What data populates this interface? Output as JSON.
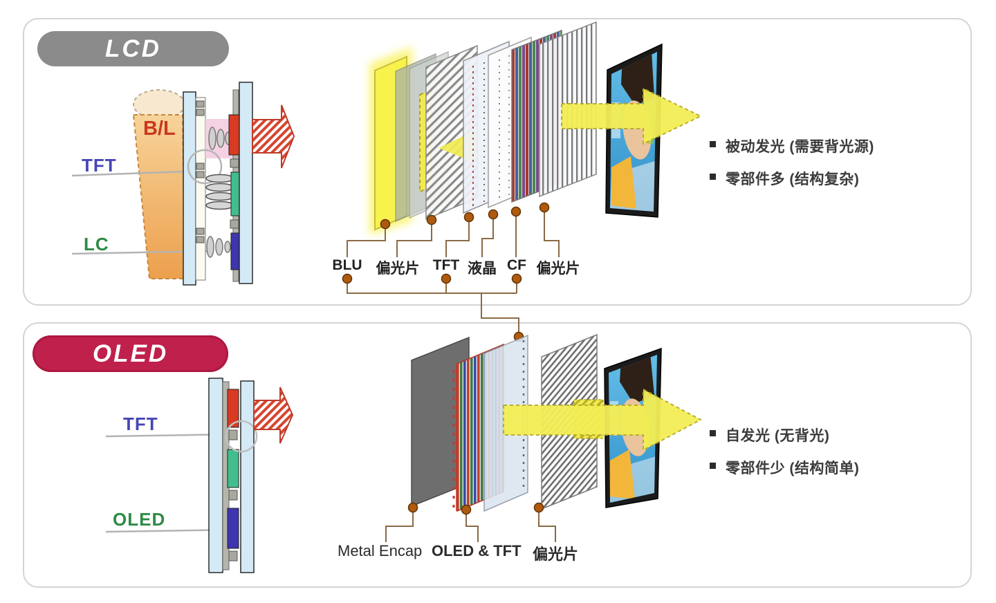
{
  "lcd": {
    "badge_label": "LCD",
    "bl_label": "B/L",
    "side_labels": [
      {
        "text": "TFT"
      },
      {
        "text": "LC"
      }
    ],
    "layer_labels": [
      "BLU",
      "偏光片",
      "TFT",
      "液晶",
      "CF",
      "偏光片"
    ],
    "bullets": [
      "被动发光 (需要背光源)",
      "零部件多 (结构复杂)"
    ]
  },
  "oled": {
    "badge_label": "OLED",
    "side_labels": [
      {
        "text": "TFT"
      },
      {
        "text": "OLED"
      }
    ],
    "layer_labels": [
      "Metal Encap",
      "OLED & TFT",
      "偏光片"
    ],
    "bullets": [
      "自发光 (无背光)",
      "零部件少 (结构简单)"
    ]
  },
  "colors": {
    "lcd_badge_gray": "#8b8b8b",
    "oled_badge_crimson": "#c0204c",
    "tft_label_blue": "#4745b5",
    "lc_oled_label_green": "#2e8b45",
    "bl_label_red": "#c9391f",
    "beam_yellow": "#f3ee55",
    "blu_glow_yellow": "#f8f24d",
    "connector_brown": "#8a6a45",
    "connector_dot": "#b05a10",
    "hatch_arrow_red": "#d6452f"
  }
}
